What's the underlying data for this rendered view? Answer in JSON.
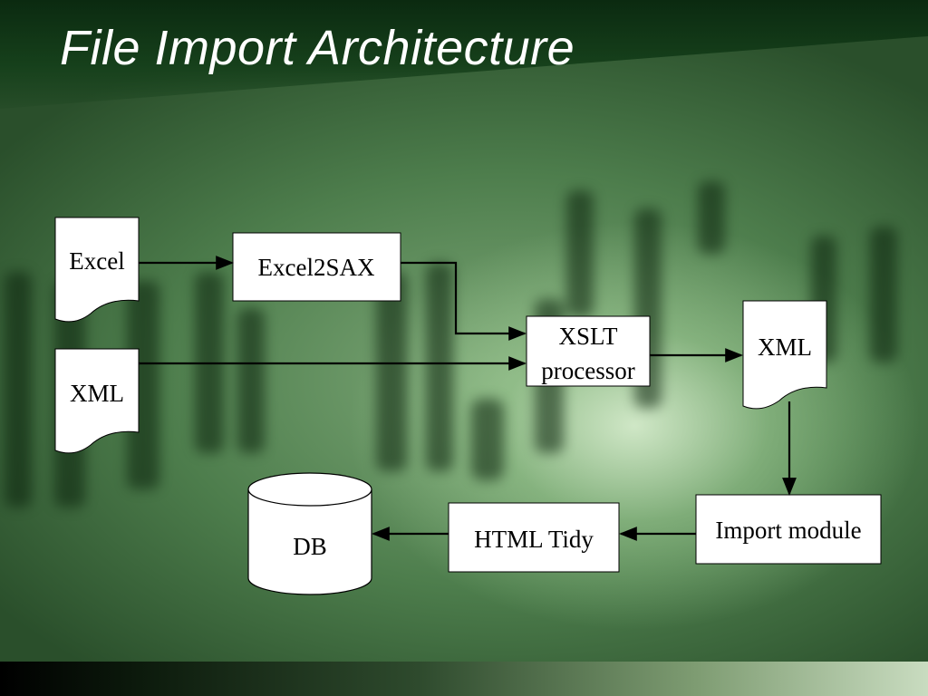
{
  "slide": {
    "title": "File Import Architecture"
  },
  "diagram": {
    "nodes": {
      "excel_doc": "Excel",
      "xml_input_doc": "XML",
      "excel2sax": "Excel2SAX",
      "xslt_processor": [
        "XSLT",
        "processor"
      ],
      "xml_output_doc": "XML",
      "import_module": "Import module",
      "html_tidy": "HTML Tidy",
      "db": "DB"
    },
    "edges": [
      [
        "Excel",
        "Excel2SAX"
      ],
      [
        "Excel2SAX",
        "XSLT processor"
      ],
      [
        "XML",
        "XSLT processor"
      ],
      [
        "XSLT processor",
        "XML"
      ],
      [
        "XML",
        "Import module"
      ],
      [
        "Import module",
        "HTML Tidy"
      ],
      [
        "HTML Tidy",
        "DB"
      ]
    ]
  },
  "colors": {
    "background_dark": "#0f2f12",
    "background_light": "#c9e6bd",
    "node_fill": "#ffffff",
    "stroke": "#000000",
    "title_text": "#ffffff"
  }
}
